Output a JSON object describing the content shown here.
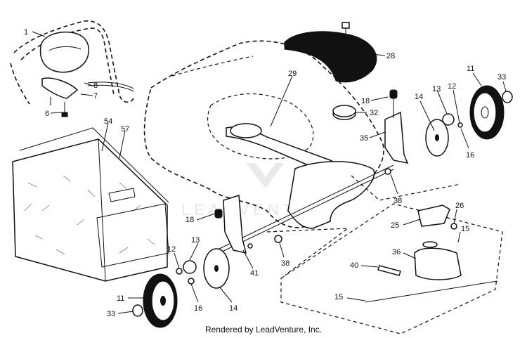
{
  "caption": "Rendered by LeadVenture, Inc.",
  "watermark": "LEADVENTURE",
  "callouts": [
    {
      "id": "c1",
      "text": "1"
    },
    {
      "id": "c6",
      "text": "6"
    },
    {
      "id": "c7",
      "text": "7"
    },
    {
      "id": "c8",
      "text": "8"
    },
    {
      "id": "c54",
      "text": "54"
    },
    {
      "id": "c57",
      "text": "57"
    },
    {
      "id": "c29",
      "text": "29"
    },
    {
      "id": "c28",
      "text": "28"
    },
    {
      "id": "c18a",
      "text": "18"
    },
    {
      "id": "c32",
      "text": "32"
    },
    {
      "id": "c35",
      "text": "35"
    },
    {
      "id": "c14a",
      "text": "14"
    },
    {
      "id": "c13a",
      "text": "13"
    },
    {
      "id": "c12a",
      "text": "12"
    },
    {
      "id": "c11a",
      "text": "11"
    },
    {
      "id": "c33a",
      "text": "33"
    },
    {
      "id": "c16a",
      "text": "16"
    },
    {
      "id": "c38a",
      "text": "38"
    },
    {
      "id": "c25",
      "text": "25"
    },
    {
      "id": "c26",
      "text": "26"
    },
    {
      "id": "c15a",
      "text": "15"
    },
    {
      "id": "c36",
      "text": "36"
    },
    {
      "id": "c40",
      "text": "40"
    },
    {
      "id": "c15b",
      "text": "15"
    },
    {
      "id": "c18b",
      "text": "18"
    },
    {
      "id": "c13b",
      "text": "13"
    },
    {
      "id": "c12b",
      "text": "12"
    },
    {
      "id": "c41",
      "text": "41"
    },
    {
      "id": "c38b",
      "text": "38"
    },
    {
      "id": "c11b",
      "text": "11"
    },
    {
      "id": "c16b",
      "text": "16"
    },
    {
      "id": "c14b",
      "text": "14"
    },
    {
      "id": "c33b",
      "text": "33"
    }
  ]
}
